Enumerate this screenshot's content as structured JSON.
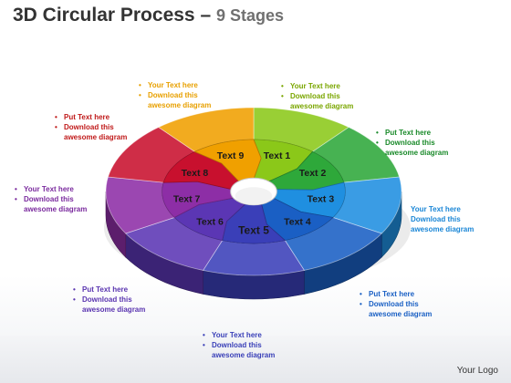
{
  "title": {
    "main": "3D Circular Process",
    "dash": " – ",
    "sub": "9 Stages"
  },
  "stages": [
    {
      "label": "Text 1",
      "color": "#8bc819"
    },
    {
      "label": "Text 2",
      "color": "#2ea83a"
    },
    {
      "label": "Text 3",
      "color": "#1f8fe0"
    },
    {
      "label": "Text 4",
      "color": "#1a5fc4"
    },
    {
      "label": "Text 5",
      "color": "#3a3fb8"
    },
    {
      "label": "Text 6",
      "color": "#5b36b4"
    },
    {
      "label": "Text 7",
      "color": "#8d2ea6"
    },
    {
      "label": "Text 8",
      "color": "#c8102e"
    },
    {
      "label": "Text 9",
      "color": "#f0a000"
    }
  ],
  "notes": [
    {
      "color": "#e8a000",
      "bullet1": "Your Text here",
      "bullet2": "Download this",
      "line3": "awesome diagram"
    },
    {
      "color": "#7aa600",
      "bullet1": "Your Text here",
      "bullet2": "Download this",
      "line3": "awesome diagram"
    },
    {
      "color": "#c01a1a",
      "bullet1": "Put Text here",
      "bullet2": "Download this",
      "line3": "awesome diagram"
    },
    {
      "color": "#1a8a2a",
      "bullet1": "Put Text here",
      "bullet2": "Download this",
      "line3": "awesome diagram"
    },
    {
      "color": "#7a2a9e",
      "bullet1": "Your Text here",
      "bullet2": "Download this",
      "line3": "awesome diagram"
    },
    {
      "color": "#1a86d6",
      "bullet1": "Your Text here",
      "bullet2": "Download this",
      "line3": "awesome diagram"
    },
    {
      "color": "#5a35b0",
      "bullet1": "Put Text here",
      "bullet2": "Download this",
      "line3": "awesome diagram"
    },
    {
      "color": "#1a60c4",
      "bullet1": "Put Text here",
      "bullet2": "Download this",
      "line3": "awesome diagram"
    },
    {
      "color": "#3a40b8",
      "bullet1": "Your Text here",
      "bullet2": "Download this",
      "line3": "awesome diagram"
    }
  ],
  "logo": "Your Logo"
}
